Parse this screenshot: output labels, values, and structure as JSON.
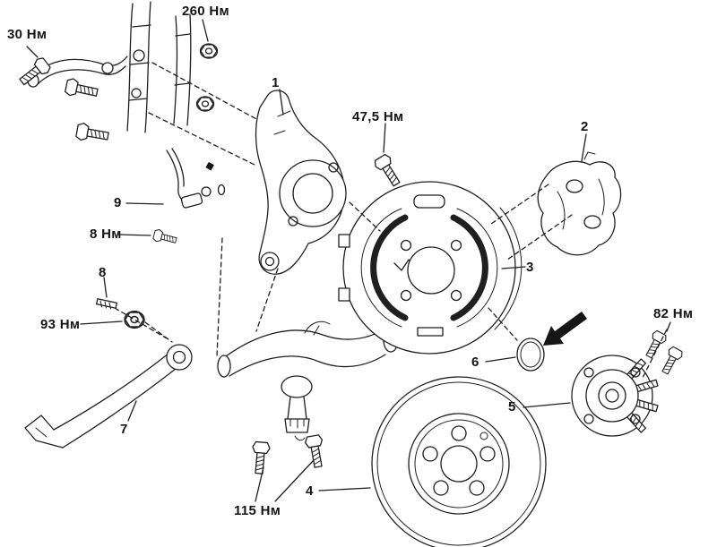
{
  "figure": {
    "background_color": "#ffffff",
    "line_color": "#1f1f1f"
  },
  "torque_labels": [
    {
      "name": "torque-30nm",
      "text": "30 Нм"
    },
    {
      "name": "torque-260nm",
      "text": "260 Нм"
    },
    {
      "name": "torque-47-5nm",
      "text": "47,5 Нм"
    },
    {
      "name": "torque-8nm",
      "text": "8 Нм"
    },
    {
      "name": "torque-93nm",
      "text": "93 Нм"
    },
    {
      "name": "torque-82nm",
      "text": "82 Нм"
    },
    {
      "name": "torque-115nm",
      "text": "115 Нм"
    }
  ],
  "part_callouts": [
    {
      "name": "part-1",
      "text": "1"
    },
    {
      "name": "part-2",
      "text": "2"
    },
    {
      "name": "part-3",
      "text": "3"
    },
    {
      "name": "part-4",
      "text": "4"
    },
    {
      "name": "part-5",
      "text": "5"
    },
    {
      "name": "part-6",
      "text": "6"
    },
    {
      "name": "part-7",
      "text": "7"
    },
    {
      "name": "part-8",
      "text": "8"
    },
    {
      "name": "part-9",
      "text": "9"
    }
  ]
}
